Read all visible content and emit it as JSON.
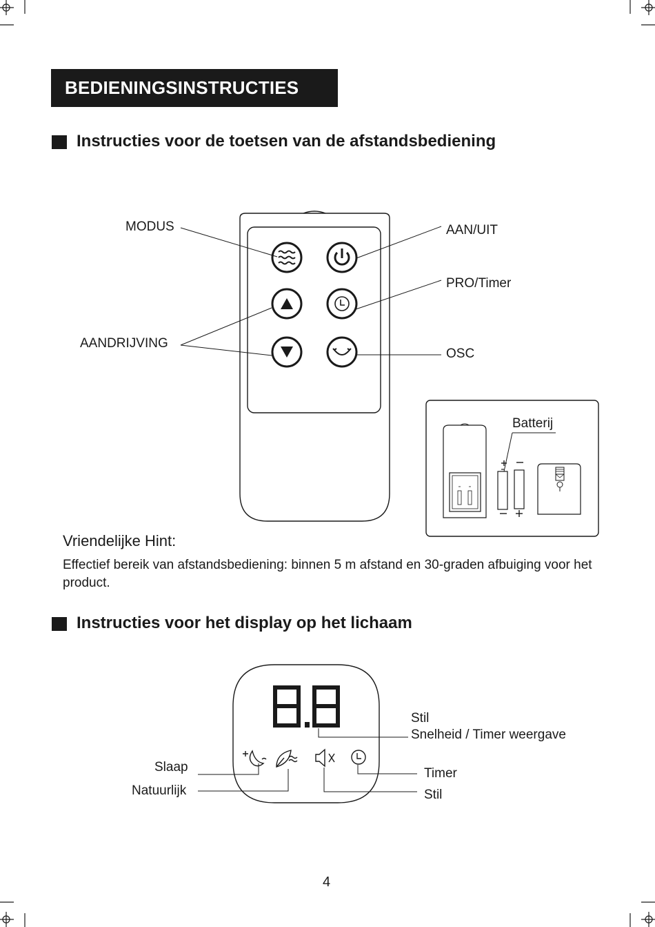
{
  "header": {
    "title": "BEDIENINGSINSTRUCTIES"
  },
  "section_remote": {
    "title": "Instructies voor de toetsen van de afstandsbediening",
    "labels": {
      "mode": "MODUS",
      "drive": "AANDRIJVING",
      "power": "AAN/UIT",
      "pro_timer": "PRO/Timer",
      "osc": "OSC"
    },
    "battery_label": "Batterij"
  },
  "hint": {
    "title": "Vriendelijke Hint:",
    "text": "Effectief bereik van afstandsbediening: binnen 5 m afstand en 30-graden afbuiging voor het product."
  },
  "section_display": {
    "title": "Instructies voor het display op het lichaam",
    "digits": "8.8",
    "labels": {
      "silent_top": "Stil",
      "speed_timer": "Snelheid / Timer weergave",
      "timer": "Timer",
      "silent_bottom": "Stil",
      "sleep": "Slaap",
      "natural": "Natuurlijk"
    }
  },
  "footer": {
    "page_number": "4"
  },
  "icons": [
    "crop-mark-icon",
    "wave-icon",
    "power-icon",
    "arrow-up-icon",
    "clock-icon",
    "arrow-down-icon",
    "oscillate-icon",
    "moon-star-icon",
    "leaf-wind-icon",
    "speaker-mute-icon",
    "battery-icon"
  ]
}
